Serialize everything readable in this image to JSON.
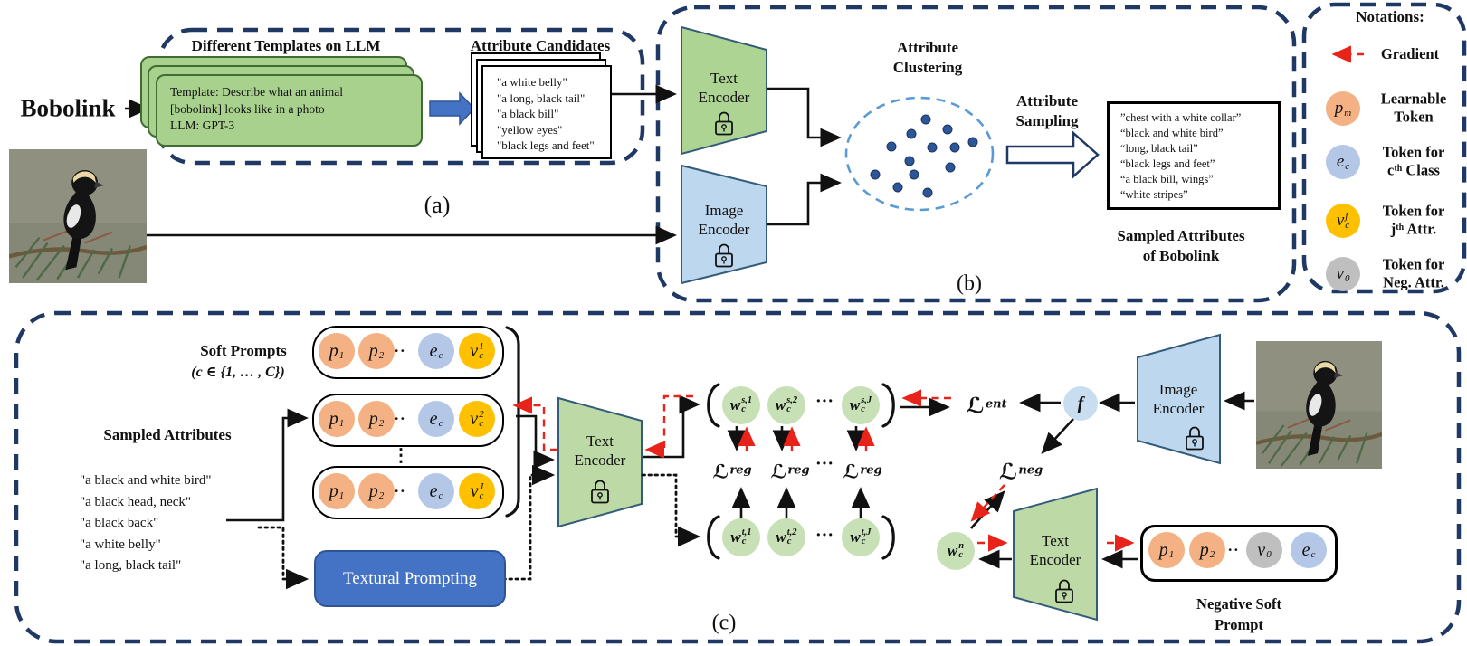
{
  "colors": {
    "accent_navy": "#1f3864",
    "card_green": "#a9d18e",
    "encoder_green": "#b4d59e",
    "encoder_blue": "#bdd7ee",
    "token_orange": "#f4b183",
    "token_blue": "#b4c7e7",
    "token_yellow": "#ffc000",
    "token_gray": "#bfbfbf",
    "w_green": "#c7e0b6",
    "arrow_blue": "#4472c4",
    "gradient_red": "#e8231a",
    "dot_blue": "#2e5597",
    "cluster_dash": "#5b9bd5"
  },
  "panel_a": {
    "label": "(a)",
    "class_label": "Bobolink",
    "templates_title": "Different Templates on LLM",
    "template_lines": [
      "Template: Describe what an animal",
      "[bobolink] looks like in a photo",
      "LLM: GPT-3"
    ],
    "candidates_title": "Attribute Candidates",
    "candidates": [
      "\"a white belly\"",
      "\"a long, black tail\"",
      "\"a black bill\"",
      "\"yellow eyes\"",
      "\"black legs and feet\""
    ]
  },
  "panel_b": {
    "label": "(b)",
    "text_encoder": {
      "l1": "Text",
      "l2": "Encoder"
    },
    "image_encoder": {
      "l1": "Image",
      "l2": "Encoder"
    },
    "clustering": {
      "l1": "Attribute",
      "l2": "Clustering"
    },
    "sampling": {
      "l1": "Attribute",
      "l2": "Sampling"
    },
    "sampled": [
      "”chest with a white collar”",
      "“black and white bird”",
      "“long, black tail”",
      "“black legs and feet”",
      "“a black bill, wings”",
      "“white stripes”"
    ],
    "caption": {
      "l1": "Sampled Attributes",
      "l2": "of Bobolink"
    }
  },
  "notations": {
    "title": "Notations:",
    "gradient_label": "Gradient",
    "rows": [
      {
        "sym": {
          "m": "p",
          "sup": "",
          "sub": "m"
        },
        "l1": "Learnable",
        "l2": "Token",
        "color": "#f4b183"
      },
      {
        "sym": {
          "m": "e",
          "sup": "",
          "sub": "c"
        },
        "l1": "Token for",
        "l2": "cᵗʰ Class",
        "color": "#b4c7e7"
      },
      {
        "sym": {
          "m": "v",
          "sup": "j",
          "sub": "c"
        },
        "l1": "Token for",
        "l2": "jᵗʰ Attr.",
        "color": "#ffc000"
      },
      {
        "sym": {
          "m": "v",
          "sup": "",
          "sub": "0"
        },
        "l1": "Token for",
        "l2": "Neg. Attr.",
        "color": "#bfbfbf"
      }
    ]
  },
  "panel_c": {
    "label": "(c)",
    "soft_prompts_title": "Soft Prompts",
    "soft_prompts_sub": "(c ∈ {1, … , C})",
    "prompt_rows": [
      {
        "p1": {
          "m": "p",
          "sup": "",
          "sub": "1"
        },
        "p2": {
          "m": "p",
          "sup": "",
          "sub": "2"
        },
        "dots": "··",
        "ec": {
          "m": "e",
          "sup": "",
          "sub": "c"
        },
        "v": {
          "m": "v",
          "sup": "1",
          "sub": "c"
        }
      },
      {
        "p1": {
          "m": "p",
          "sup": "",
          "sub": "1"
        },
        "p2": {
          "m": "p",
          "sup": "",
          "sub": "2"
        },
        "dots": "··",
        "ec": {
          "m": "e",
          "sup": "",
          "sub": "c"
        },
        "v": {
          "m": "v",
          "sup": "2",
          "sub": "c"
        }
      },
      {
        "p1": {
          "m": "p",
          "sup": "",
          "sub": "1"
        },
        "p2": {
          "m": "p",
          "sup": "",
          "sub": "2"
        },
        "dots": "··",
        "ec": {
          "m": "e",
          "sup": "",
          "sub": "c"
        },
        "v": {
          "m": "v",
          "sup": "J",
          "sub": "c"
        }
      }
    ],
    "row_vdots": "⋮",
    "sampled_title": "Sampled Attributes",
    "sampled_list": [
      "\"a black and white bird\"",
      "\"a black head, neck\"",
      "\"a black back\"",
      "\"a white belly\"",
      "\"a long, black tail\""
    ],
    "textural_label": "Textural Prompting",
    "text_encoder1": {
      "l1": "Text",
      "l2": "Encoder"
    },
    "text_encoder2": {
      "l1": "Text",
      "l2": "Encoder"
    },
    "image_encoder": {
      "l1": "Image",
      "l2": "Encoder"
    },
    "ws": [
      {
        "m": "w",
        "sup": "s,1",
        "sub": "c"
      },
      {
        "m": "w",
        "sup": "s,2",
        "sub": "c"
      },
      {
        "m": "w",
        "sup": "s,J",
        "sub": "c"
      }
    ],
    "ws_dots": "···",
    "wt": [
      {
        "m": "w",
        "sup": "t,1",
        "sub": "c"
      },
      {
        "m": "w",
        "sup": "t,2",
        "sub": "c"
      },
      {
        "m": "w",
        "sup": "t,J",
        "sub": "c"
      }
    ],
    "wt_dots": "···",
    "l_ent": {
      "m": "ℒ",
      "sub": "ent"
    },
    "l_reg": {
      "m": "ℒ",
      "sub": "reg"
    },
    "reg_dots": "···",
    "l_neg": {
      "m": "ℒ",
      "sub": "neg"
    },
    "f_label": "f",
    "w_n": {
      "m": "w",
      "sup": "n",
      "sub": "c"
    },
    "neg_tokens": {
      "p1": {
        "m": "p",
        "sup": "",
        "sub": "1"
      },
      "p2": {
        "m": "p",
        "sup": "",
        "sub": "2"
      },
      "dots": "··",
      "v0": {
        "m": "v",
        "sup": "",
        "sub": "0"
      },
      "ec": {
        "m": "e",
        "sup": "",
        "sub": "c"
      }
    },
    "neg_caption": {
      "l1": "Negative Soft",
      "l2": "Prompt"
    }
  }
}
